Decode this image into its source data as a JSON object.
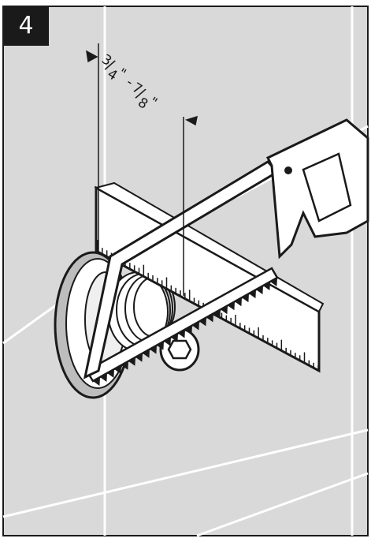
{
  "step": {
    "number": "4"
  },
  "dimension": {
    "label_min_num": "3",
    "label_min_den": "4",
    "label_max_num": "7",
    "label_max_den": "8",
    "inch_mark": "\"",
    "dash": "-"
  },
  "colors": {
    "line": "#1a1a1a",
    "tile": "#d9d9d9",
    "background": "#ffffff",
    "metal": "#e6e6e6"
  }
}
